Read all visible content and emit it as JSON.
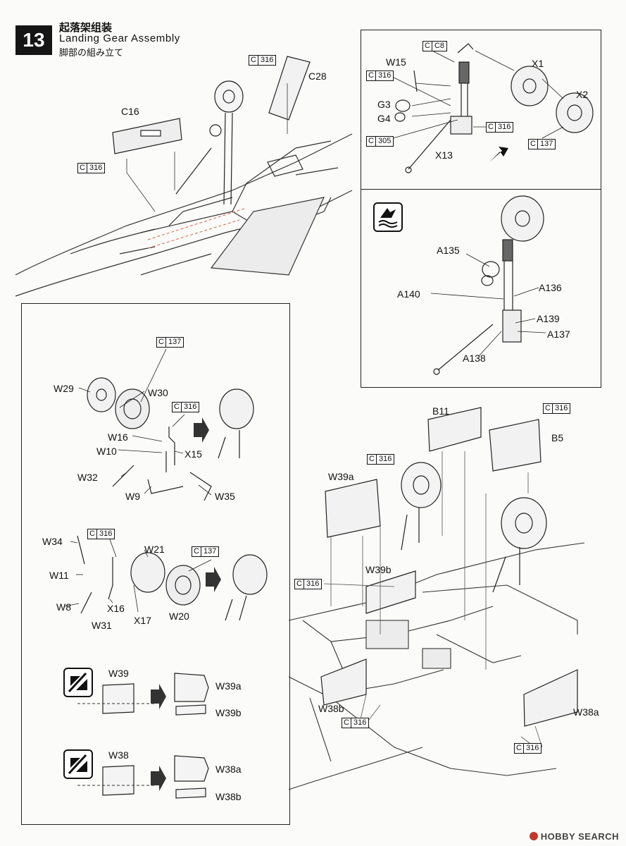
{
  "step": {
    "number": "13",
    "title_zh": "起落架组装",
    "title_en": "Landing Gear Assembly",
    "title_ja": "脚部の組み立て"
  },
  "top_left": {
    "labels": {
      "c28": "C28",
      "c16": "C16"
    },
    "crefs": [
      {
        "letter": "C",
        "num": "316"
      },
      {
        "letter": "C",
        "num": "316"
      }
    ]
  },
  "nose_gear": {
    "labels": [
      "C8",
      "W15",
      "G3",
      "G4",
      "X1",
      "X2",
      "X13"
    ],
    "crefs": [
      {
        "letter": "C",
        "num": "316"
      },
      {
        "letter": "C",
        "num": "305"
      },
      {
        "letter": "C",
        "num": "316"
      },
      {
        "letter": "C",
        "num": "137"
      }
    ]
  },
  "paint_guide": {
    "labels": [
      "A135",
      "A136",
      "A140",
      "A139",
      "A137",
      "A138"
    ]
  },
  "main_gear_left": {
    "labels": [
      "W29",
      "W30",
      "W16",
      "W10",
      "X15",
      "W32",
      "W9",
      "W35"
    ],
    "crefs": [
      {
        "letter": "C",
        "num": "137"
      },
      {
        "letter": "C",
        "num": "316"
      }
    ]
  },
  "main_gear_right": {
    "labels": [
      "W34",
      "W21",
      "W11",
      "W8",
      "X16",
      "X17",
      "W20",
      "W31"
    ],
    "crefs": [
      {
        "letter": "C",
        "num": "316"
      },
      {
        "letter": "C",
        "num": "137"
      }
    ]
  },
  "cut_guides": {
    "w39": {
      "source": "W39",
      "a": "W39a",
      "b": "W39b"
    },
    "w38": {
      "source": "W38",
      "a": "W38a",
      "b": "W38b"
    }
  },
  "main_bay": {
    "labels": [
      "B11",
      "B5",
      "W39a",
      "W39b",
      "W38b",
      "W38a"
    ],
    "crefs": [
      {
        "letter": "C",
        "num": "316"
      },
      {
        "letter": "C",
        "num": "316"
      },
      {
        "letter": "C",
        "num": "316"
      },
      {
        "letter": "C",
        "num": "316"
      },
      {
        "letter": "C",
        "num": "316"
      }
    ]
  },
  "watermark": "HOBBY SEARCH"
}
